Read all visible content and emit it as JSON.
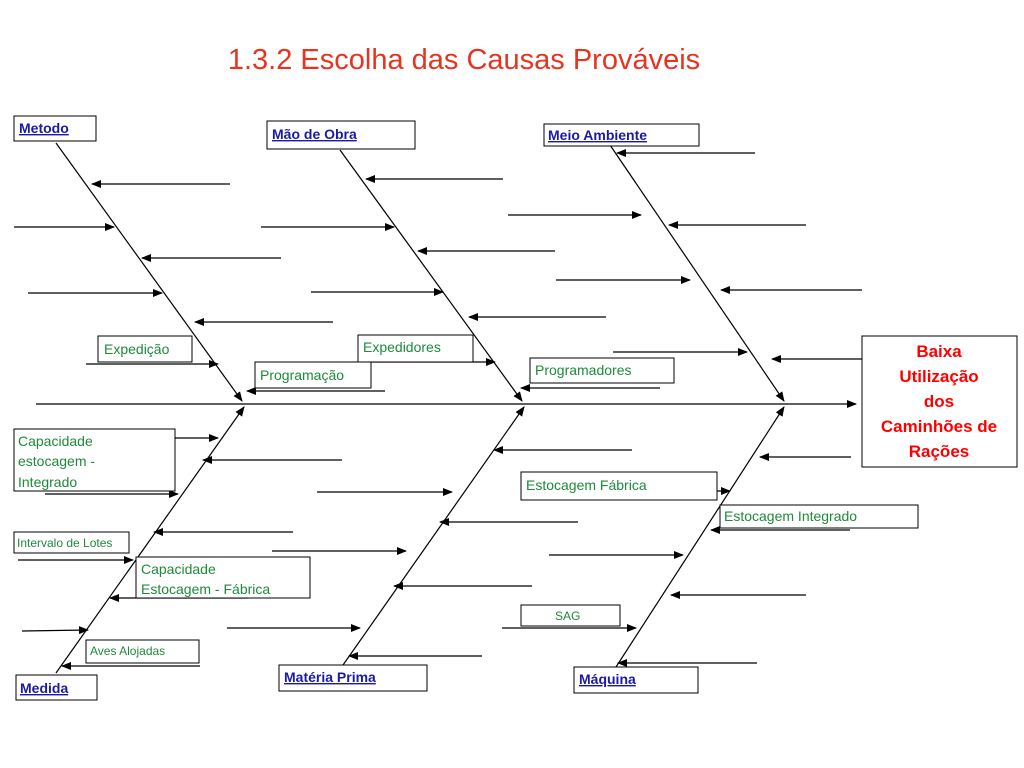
{
  "title": "1.3.2 Escolha das Causas Prováveis",
  "effect": {
    "lines": [
      "Baixa",
      "Utilização",
      "dos",
      "Caminhões de",
      "Rações"
    ]
  },
  "categories": {
    "metodo": "Metodo",
    "mao_de_obra": "Mão de Obra",
    "meio_ambiente": "Meio Ambiente",
    "medida": "Medida",
    "materia_prima": "Matéria Prima",
    "maquina": "Máquina"
  },
  "causes": {
    "expedicao": "Expedição",
    "programacao": "Programação",
    "expedidores": "Expedidores",
    "programadores": "Programadores",
    "capacidade_integrado": [
      "Capacidade",
      "estocagem -",
      "Integrado"
    ],
    "intervalo_lotes": "Intervalo de Lotes",
    "capacidade_fabrica": [
      "Capacidade",
      "Estocagem - Fábrica"
    ],
    "aves_alojadas": "Aves Alojadas",
    "estocagem_fabrica": "Estocagem Fábrica",
    "estocagem_integrado": "Estocagem Integrado",
    "sag": "SAG"
  },
  "colors": {
    "title": "#e8331f",
    "category_text": "#1a1aa6",
    "cause_text": "#1e8a3a",
    "effect_text": "#ff0000"
  }
}
